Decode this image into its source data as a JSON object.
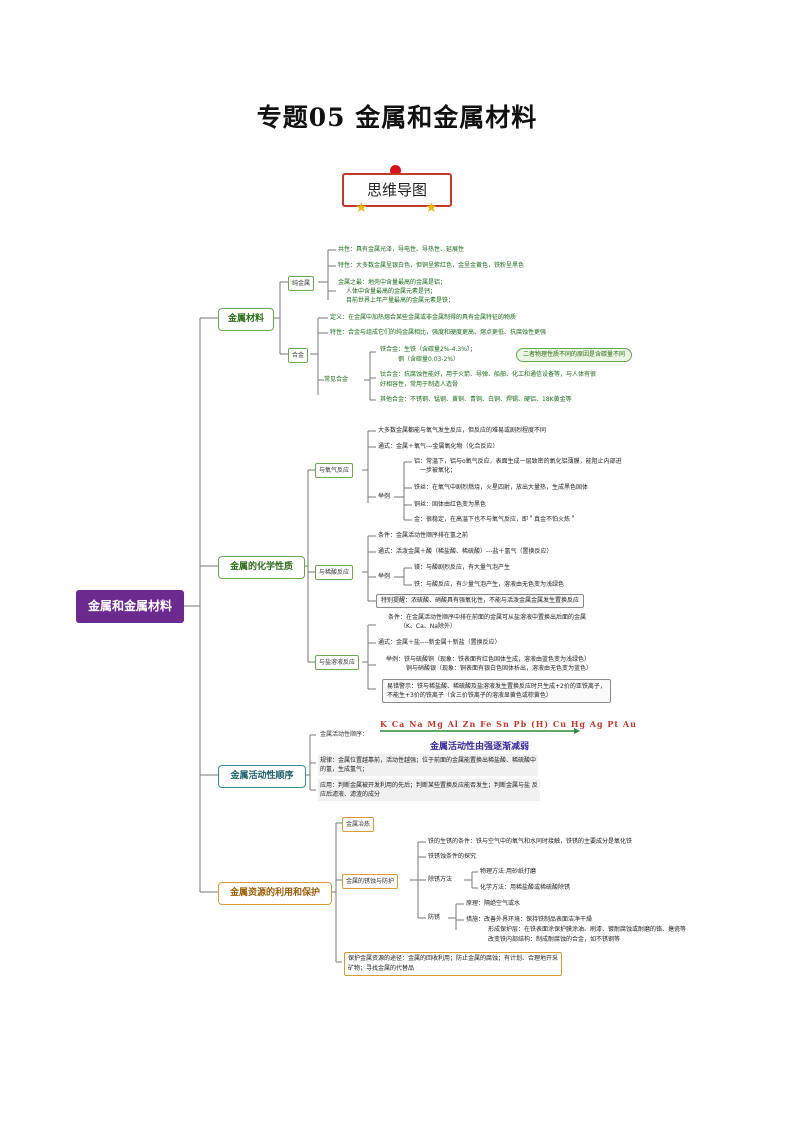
{
  "title": "专题05    金属和金属材料",
  "badge": "思维导图",
  "root": "金属和金属材料",
  "branches": {
    "materials": "金属材料",
    "chemical": "金属的化学性质",
    "activity": "金属活动性顺序",
    "resources": "金属资源的利用和保护"
  },
  "materials": {
    "pure_label": "纯金属",
    "common": "共性：具有金属光泽，导电性、导热性、延展性",
    "special": "特性：大多数金属呈银白色，但铜呈紫红色，金呈金黄色，铁粉呈黑色",
    "most_1": "金属之最：地壳中含量最高的金属是铝；",
    "most_2": "人体中含量最高的金属元素是钙；",
    "most_3": "目前世界上年产量最高的金属元素是铁；",
    "alloy_label": "合金",
    "alloy_def": "定义：在金属中加热熔合某些金属或非金属制得的具有金属特征的物质",
    "alloy_prop": "特性：合金与组成它们的纯金属相比，强度和硬度更高、熔点更低、抗腐蚀性更强",
    "common_alloy_label": "常见合金",
    "iron_1": "铁合金：生铁（含碳量2%-4.3%）；",
    "iron_2": "钢（含碳量0.03-2%）",
    "iron_note": "二者物理性质不同的原因是含碳量不同",
    "ti": "钛合金：抗腐蚀性能好，用于火箭、导弹、船舶、化工和通信设备等，与人体有很",
    "ti_2": "好相容性，常用于制造人造骨",
    "others": "其他合金：不锈钢、锰钢、黄铜、青铜、白铜、焊锡、硬铝、18K黄金等"
  },
  "chemical": {
    "oxygen_label": "与氧气反应",
    "o_intro": "大多数金属都能与氧气发生反应，但反应的难易或剧烈程度不同",
    "o_formula": "通式：金属＋氧气---金属氧化物（化合反应）",
    "example_label": "举例",
    "al_1": "铝：常温下，铝与o氧气反应，表面生成一层致密的氧化铝薄膜，能阻止内部进",
    "al_2": "一步被氧化；",
    "fe": "铁丝：在氧气中剧烈燃烧，火星四射，放出大量热，生成黑色固体",
    "cu": "铜丝：固体由红色变为黑色",
    "au": "金：很稳定，在高温下也不与氧气反应，即＂真金不怕火炼＂",
    "acid_label": "与稀酸反应",
    "a_cond": "条件：金属活动性顺序排在氢之前",
    "a_formula": "通式：活泼金属＋酸（稀盐酸、稀硫酸）---盐＋氢气（置换反应）",
    "a_example": "举例",
    "mg": "镁：与酸剧烈反应，有大量气泡产生",
    "fe_acid": "铁：与酸反应，有少量气泡产生，溶液由无色变为浅绿色",
    "a_warn": "特别提醒：浓硫酸、硝酸具有强氧化性，不能与活泼金属金属发生置换反应",
    "salt_label": "与盐溶液反应",
    "s_cond_1": "条件：在金属活动性顺序中排在前面的金属可从盐溶液中置换出后面的金属",
    "s_cond_2": "（K、Ca、Na除外）",
    "s_formula": "通式：金属＋盐----新金属＋新盐（置换反应）",
    "s_ex_1": "举例：铁与硫酸铜（现象：铁表面有红色固体生成，溶液由蓝色变为浅绿色）",
    "s_ex_2": "铜与硝酸银（现象：铜表面有银白色固体析出，溶液由无色变为蓝色）",
    "s_warn_1": "易错警示：铁与稀盐酸、稀硫酸及盐溶液发生置换反应时只生成+2价的亚铁离子，",
    "s_warn_2": "不能生+3价的铁离子（含三价铁离子的溶液显黄色或棕黄色）"
  },
  "activity": {
    "seq_label": "金属活动性顺序：",
    "sequence": "K  Ca  Na  Mg  Al  Zn  Fe  Sn  Pb  (H)  Cu  Hg  Ag  Pt  Au",
    "seq_sub": "金属活动性由强逐渐减弱",
    "rule_1": "规律：金属位置越靠前，活动性越强；位于前面的金属能置换出稀盐酸、稀硫酸中",
    "rule_2": "的氢，生成氢气；",
    "use_1": "应用：判断金属被开发利用的先后；判断某些置换反应能否发生；判断金属与盐  反",
    "use_2": "应后滤液、滤渣的成分"
  },
  "resources": {
    "smelt": "金属冶炼",
    "rust_label": "金属的锈蚀与防护",
    "rust_cond": "铁的生锈的条件：铁与空气中的氧气和水同时接触，铁锈的主要成分是氧化铁",
    "rust_explore": "铁锈蚀条件的探究",
    "remove_label": "除锈方法",
    "phys": "物理方法:用砂纸打磨",
    "chem": "化学方法：用稀盐酸或稀硫酸除锈",
    "prevent_label": "防锈",
    "principle": "原理：隔绝空气或水",
    "m1": "措施：改善外界环境：保持铁制品表面洁净干燥",
    "m2": "形成保护层：在铁表面涂保护膜涂油、刷漆、镀耐腐蚀或耐磨的铬、搪瓷等",
    "m3": "改变铁内部结构：制成耐腐蚀的合金，如不锈钢等",
    "protect_1": "保护金属资源的途径：金属的回收利用；防止金属的腐蚀；有计划、合理地开采",
    "protect_2": "矿物；寻找金属的代替品"
  }
}
